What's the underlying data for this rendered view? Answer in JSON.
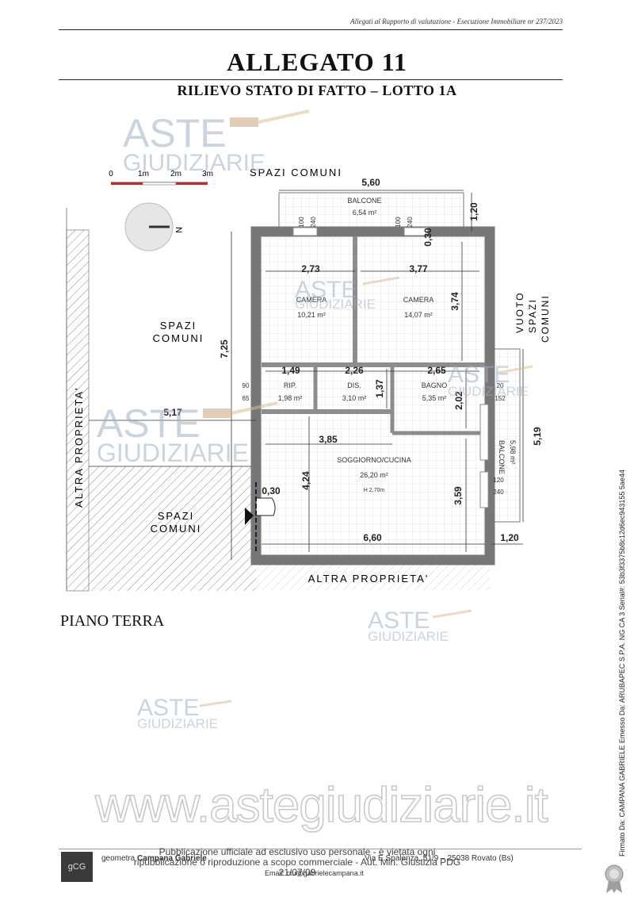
{
  "header": {
    "note": "Allegati al Rapporto di valutazione - Esecuzione Immobiliare nr 237/2023"
  },
  "title": "ALLEGATO 11",
  "subtitle": "RILIEVO STATO DI FATTO – LOTTO 1A",
  "floor_label": "PIANO TERRA",
  "watermark": {
    "brand_top": "ASTE",
    "brand_bottom": "GIUDIZIARIE",
    "site": "www.astegiudiziarie.it"
  },
  "plan": {
    "scale_ticks": [
      "0",
      "1m",
      "2m",
      "3m"
    ],
    "north": "N",
    "areas": {
      "spazi_comuni_top": "SPAZI COMUNI",
      "spazi_comuni_left_1": "SPAZI",
      "spazi_comuni_left_2": "COMUNI",
      "spazi_comuni_bottom_1": "SPAZI",
      "spazi_comuni_bottom_2": "COMUNI",
      "vuoto_1": "VUOTO",
      "vuoto_2": "SPAZI",
      "vuoto_3": "COMUNI",
      "altra_prop_left": "ALTRA PROPRIETA'",
      "altra_prop_bottom": "ALTRA PROPRIETA'"
    },
    "rooms": {
      "balcone_top": {
        "name": "BALCONE",
        "area": "6,54 m²"
      },
      "camera_1": {
        "name": "CAMERA",
        "area": "10,21 m²"
      },
      "camera_2": {
        "name": "CAMERA",
        "area": "14,07 m²"
      },
      "rip": {
        "name": "RIP.",
        "area": "1,98 m²"
      },
      "dis": {
        "name": "DIS.",
        "area": "3,10 m²"
      },
      "bagno": {
        "name": "BAGNO",
        "area": "5,35 m²"
      },
      "soggiorno": {
        "name": "SOGGIORNO/CUCINA",
        "area": "26,20 m²",
        "height": "H 2,70m"
      },
      "balcone_right": {
        "name": "BALCONE",
        "area": "5,98 m²"
      }
    },
    "dims": {
      "d560": "5,60",
      "d120a": "1,20",
      "d030a": "0,30",
      "d273": "2,73",
      "d377": "3,77",
      "d374": "3,74",
      "d725": "7,25",
      "d149": "1,49",
      "d226": "2,26",
      "d265": "2,65",
      "d137": "1,37",
      "d202": "2,02",
      "d517": "5,17",
      "d385": "3,85",
      "d424": "4,24",
      "d359": "3,59",
      "d519": "5,19",
      "d030b": "0,30",
      "d660": "6,60",
      "d120b": "1,20"
    },
    "openings": {
      "w100a": "100",
      "w240a": "240",
      "w100b": "100",
      "w240b": "240",
      "w90": "90",
      "w65": "65",
      "w120": "120",
      "w240c": "240",
      "w152": "152",
      "w20": "20"
    }
  },
  "footer": {
    "surveyor_prefix": "geometra",
    "surveyor_name": "Campana Gabriele",
    "address": "Via E.Spalenza, 51/9 – 25038 Rovato (Bs)",
    "email": "Email: ctu@gabrielecampana.it",
    "logo": "gCG",
    "publication_line1": "Pubblicazione ufficiale ad esclusivo uso personale - è vietata ogni",
    "publication_line2": "ripubblicazione o riproduzione a scopo commerciale - Aut. Min. Giustizia PDG 21/07/09"
  },
  "signature": "Firmato Da: CAMPANA GABRIELE Emesso Da: ARUBAPEC S.P.A. NG CA 3 Serial#: 53b3f3375b8c12d6ec943155 5ae44"
}
